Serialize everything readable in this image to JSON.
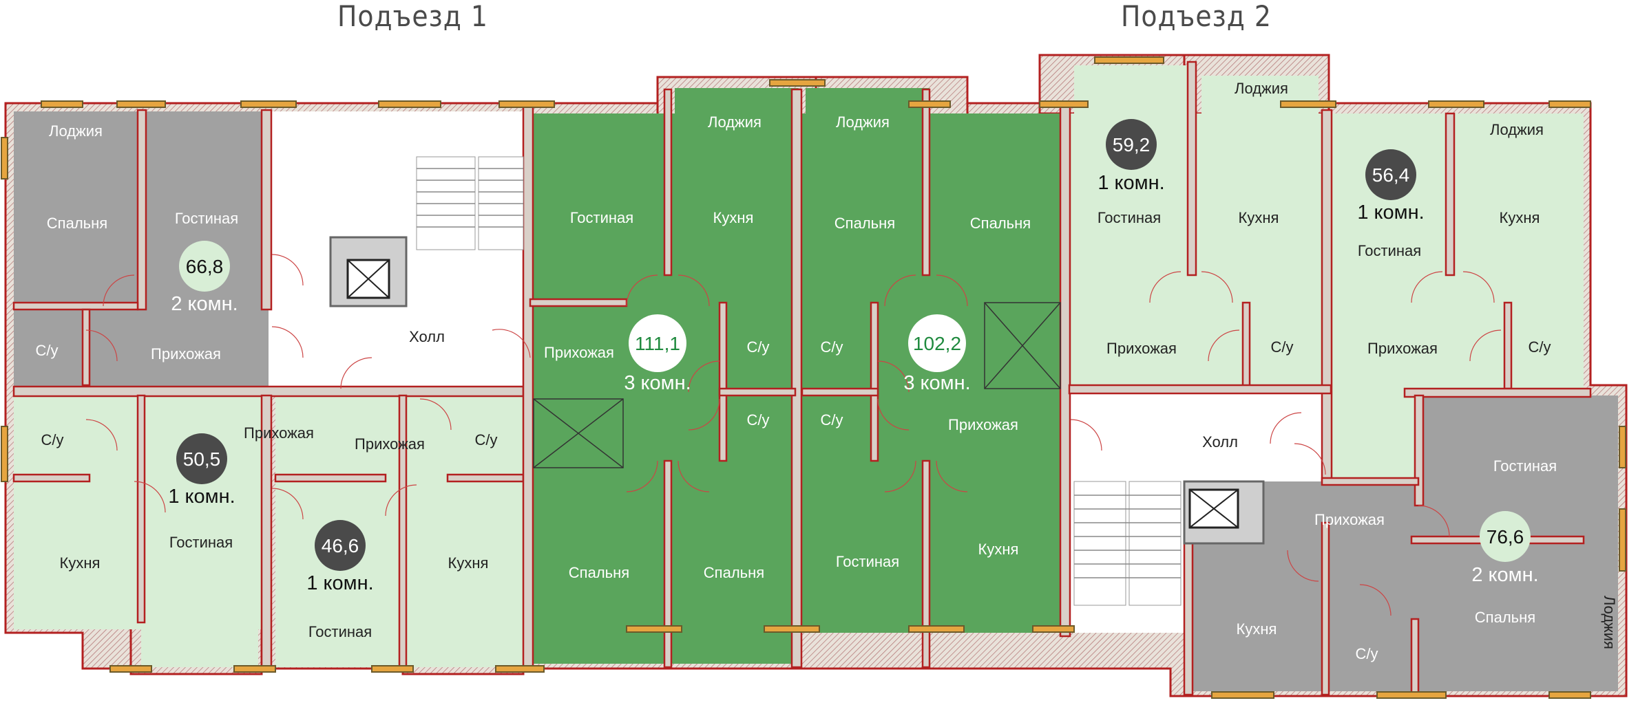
{
  "entrances": [
    "Подъезд 1",
    "Подъезд 2"
  ],
  "colors": {
    "gray": "#a1a1a1",
    "light_green": "#d8eed6",
    "green": "#5aa55c",
    "hall": "#ffffff"
  },
  "apartments": [
    {
      "id": "a66",
      "area": "66,8",
      "rooms": "2 комн.",
      "style": "gray-light-badge"
    },
    {
      "id": "a505",
      "area": "50,5",
      "rooms": "1 комн.",
      "style": "light-dark-badge"
    },
    {
      "id": "a466",
      "area": "46,6",
      "rooms": "1 комн.",
      "style": "light-dark-badge"
    },
    {
      "id": "a111",
      "area": "111,1",
      "rooms": "3 комн.",
      "style": "green-white-badge"
    },
    {
      "id": "a102",
      "area": "102,2",
      "rooms": "3 комн.",
      "style": "green-white-badge"
    },
    {
      "id": "a592",
      "area": "59,2",
      "rooms": "1 комн.",
      "style": "light-dark-badge"
    },
    {
      "id": "a564",
      "area": "56,4",
      "rooms": "1 комн.",
      "style": "light-dark-badge"
    },
    {
      "id": "a766",
      "area": "76,6",
      "rooms": "2 комн.",
      "style": "gray-light-badge"
    }
  ],
  "rooms": {
    "loggia_1": "Лоджия",
    "bedroom_1": "Спальня",
    "living_1": "Гостиная",
    "kitchen_1": "Кухня",
    "bath_1": "С/у",
    "hallway_1": "Прихожая",
    "hall_1": "Холл",
    "bath_2": "С/у",
    "hallway_2": "Прихожая",
    "kitchen_2": "Кухня",
    "living_2": "Гостиная",
    "hallway_3": "Прихожая",
    "bath_3": "С/у",
    "living_3": "Гостиная",
    "kitchen_3": "Кухня",
    "living_4": "Гостиная",
    "kitchen_4": "Кухня",
    "loggia_4": "Лоджия",
    "hallway_4": "Прихожая",
    "bath_4a": "С/у",
    "bath_4b": "С/у",
    "bedroom_4a": "Спальня",
    "bedroom_4b": "Спальня",
    "loggia_5": "Лоджия",
    "bedroom_5a": "Спальня",
    "bedroom_5b": "Спальня",
    "bath_5a": "С/у",
    "bath_5b": "С/у",
    "hallway_5": "Прихожая",
    "living_5": "Гостиная",
    "kitchen_5": "Кухня",
    "living_6": "Гостиная",
    "kitchen_6": "Кухня",
    "loggia_6": "Лоджия",
    "hallway_6": "Прихожая",
    "bath_6": "С/у",
    "living_7": "Гостиная",
    "loggia_7": "Лоджия",
    "kitchen_7": "Кухня",
    "hallway_7": "Прихожая",
    "bath_7": "С/у",
    "hall_2": "Холл",
    "living_8": "Гостиная",
    "hallway_8": "Прихожая",
    "kitchen_8": "Кухня",
    "bedroom_8": "Спальня",
    "bath_8": "С/у",
    "loggia_8": "Лоджия"
  }
}
